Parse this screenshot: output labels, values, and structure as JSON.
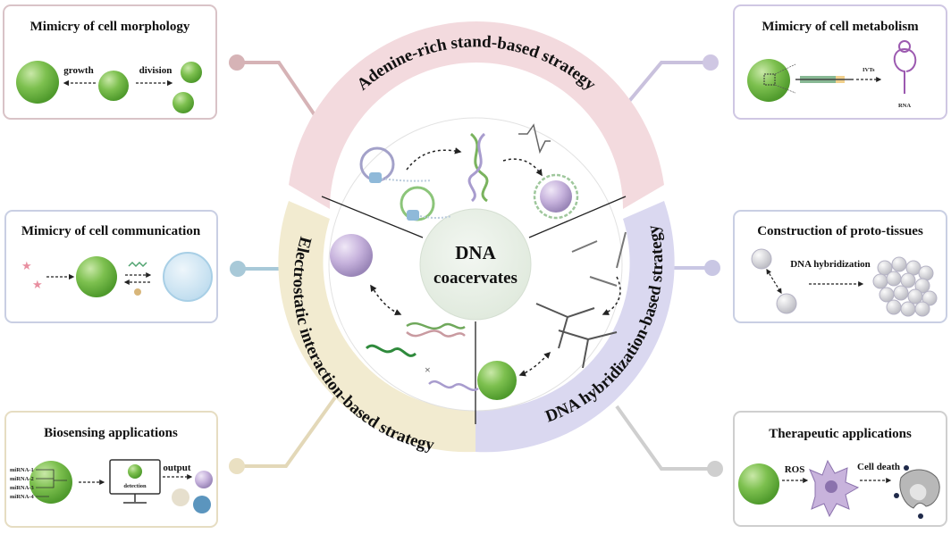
{
  "center": {
    "line1": "DNA",
    "line2": "coacervates"
  },
  "strategies": {
    "adenine": "Adenine-rich stand-based strategy",
    "hybridization": "DNA hybridization-based strategy",
    "electrostatic": "Electrostatic interaction-based strategy"
  },
  "panels": {
    "morphology": {
      "title": "Mimicry of cell morphology",
      "growth": "growth",
      "division": "division"
    },
    "metabolism": {
      "title": "Mimicry of cell metabolism",
      "ivt": "IVTs",
      "rna": "RNA"
    },
    "communication": {
      "title": "Mimicry of cell communication"
    },
    "prototissue": {
      "title": "Construction of proto-tissues",
      "hybrid": "DNA hybridization"
    },
    "biosensing": {
      "title": "Biosensing applications",
      "mir1": "miRNA-1",
      "mir2": "miRNA-2",
      "mir3": "miRNA-3",
      "mir4": "miRNA-4",
      "detection": "detection",
      "output": "output"
    },
    "therapeutic": {
      "title": "Therapeutic applications",
      "ros": "ROS",
      "death": "Cell death"
    }
  },
  "colors": {
    "pink": "#f3d9de",
    "lavender": "#d9d7ef",
    "cream": "#f2ebcf",
    "green": "#7cc04d",
    "purple": "#c7b3dc",
    "center": "#e6efe6"
  }
}
